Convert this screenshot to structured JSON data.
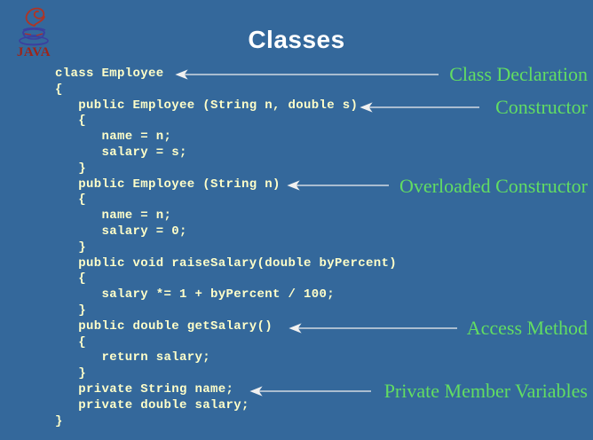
{
  "slide": {
    "title": "Classes"
  },
  "colors": {
    "background": "#34689b",
    "title_text": "#ffffff",
    "code_text": "#ffffc9",
    "callout_text": "#62dd62",
    "arrow": "#f0f0f0",
    "logo_red": "#b03424",
    "logo_blue": "#3c3f9e"
  },
  "logo": {
    "caption": "JAVA"
  },
  "code": {
    "lines": [
      "class Employee",
      "{",
      "   public Employee (String n, double s)",
      "   {",
      "      name = n;",
      "      salary = s;",
      "   }",
      "   public Employee (String n)",
      "   {",
      "      name = n;",
      "      salary = 0;",
      "   }",
      "   public void raiseSalary(double byPercent)",
      "   {",
      "      salary *= 1 + byPercent / 100;",
      "   }",
      "   public double getSalary()",
      "   {",
      "      return salary;",
      "   }",
      "   private String name;",
      "   private double salary;",
      "}"
    ]
  },
  "annotations": [
    {
      "label": "Class Declaration"
    },
    {
      "label": "Constructor"
    },
    {
      "label": "Overloaded Constructor"
    },
    {
      "label": "Access Method"
    },
    {
      "label": "Private Member Variables"
    }
  ]
}
